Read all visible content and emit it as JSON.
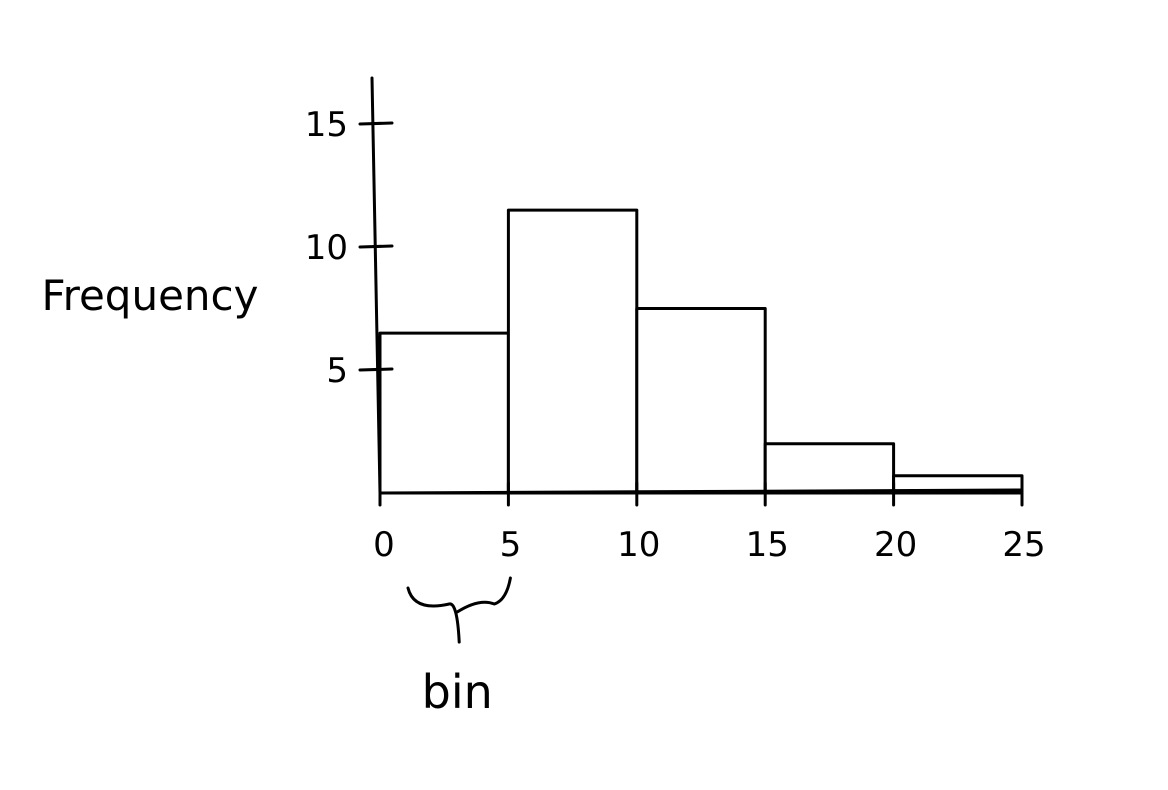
{
  "chart_data": {
    "type": "bar",
    "title": "",
    "xlabel": "",
    "ylabel": "Frequency",
    "bins": [
      [
        0,
        5
      ],
      [
        5,
        10
      ],
      [
        10,
        15
      ],
      [
        15,
        20
      ],
      [
        20,
        25
      ]
    ],
    "values": [
      6.5,
      11.5,
      7.5,
      2.0,
      0.7
    ],
    "x_ticks": [
      0,
      5,
      10,
      15,
      20,
      25
    ],
    "y_ticks": [
      5,
      10,
      15
    ],
    "xlim": [
      0,
      25
    ],
    "ylim": [
      0,
      17
    ],
    "grid": false,
    "annotations": [
      {
        "text": "bin",
        "points_to": [
          0,
          5
        ]
      }
    ],
    "colors": {
      "stroke": "#000000",
      "fill": "#ffffff",
      "background": "#ffffff"
    }
  }
}
